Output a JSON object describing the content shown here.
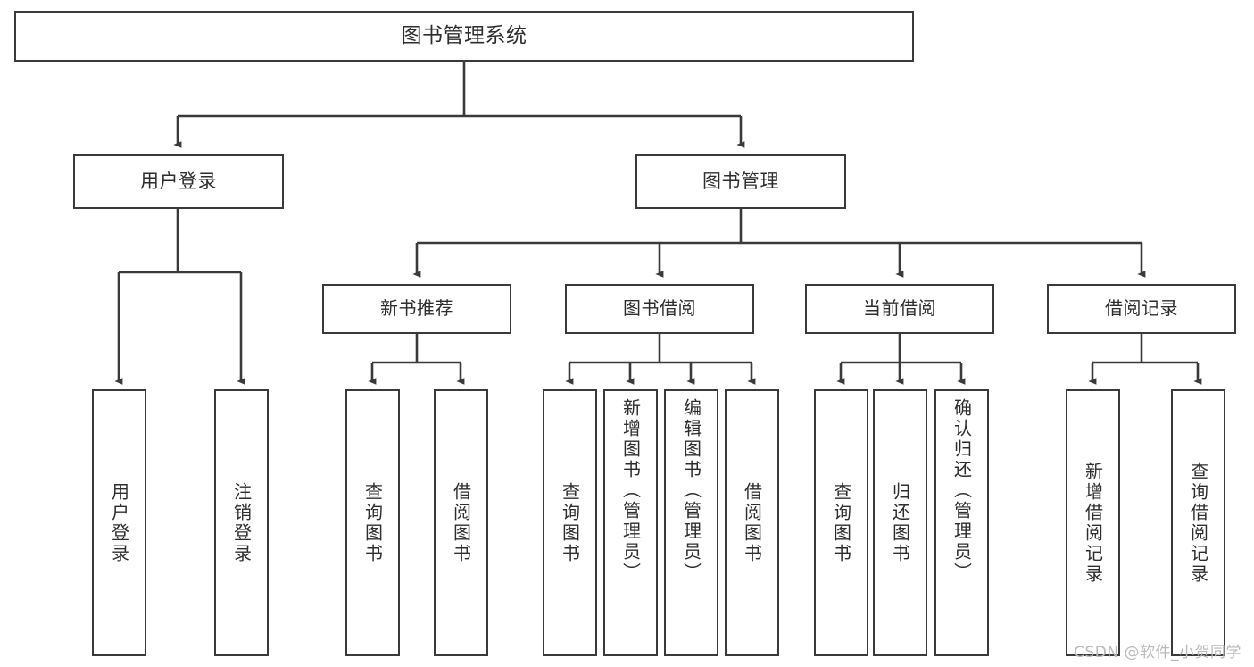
{
  "diagram": {
    "title": "图书管理系统",
    "watermark": "CSDN @软件_小贺同学",
    "line_color": "#3a3a3a",
    "text_color": "#2e2e2e",
    "background": "#ffffff",
    "root": {
      "label": "图书管理系统"
    },
    "level1": [
      {
        "label": "用户登录"
      },
      {
        "label": "图书管理"
      }
    ],
    "level2": [
      {
        "label": "新书推荐"
      },
      {
        "label": "图书借阅"
      },
      {
        "label": "当前借阅"
      },
      {
        "label": "借阅记录"
      }
    ],
    "leaves": {
      "user_login": [
        {
          "label": "用户登录"
        },
        {
          "label": "注销登录"
        }
      ],
      "new_book_recommend": [
        {
          "label": "查询图书"
        },
        {
          "label": "借阅图书"
        }
      ],
      "book_borrow": [
        {
          "label": "查询图书"
        },
        {
          "label": "新增图书（管理员）"
        },
        {
          "label": "编辑图书（管理员）"
        },
        {
          "label": "借阅图书"
        }
      ],
      "current_borrow": [
        {
          "label": "查询图书"
        },
        {
          "label": "归还图书"
        },
        {
          "label": "确认归还（管理员）"
        }
      ],
      "borrow_record": [
        {
          "label": "新增借阅记录"
        },
        {
          "label": "查询借阅记录"
        }
      ]
    }
  }
}
